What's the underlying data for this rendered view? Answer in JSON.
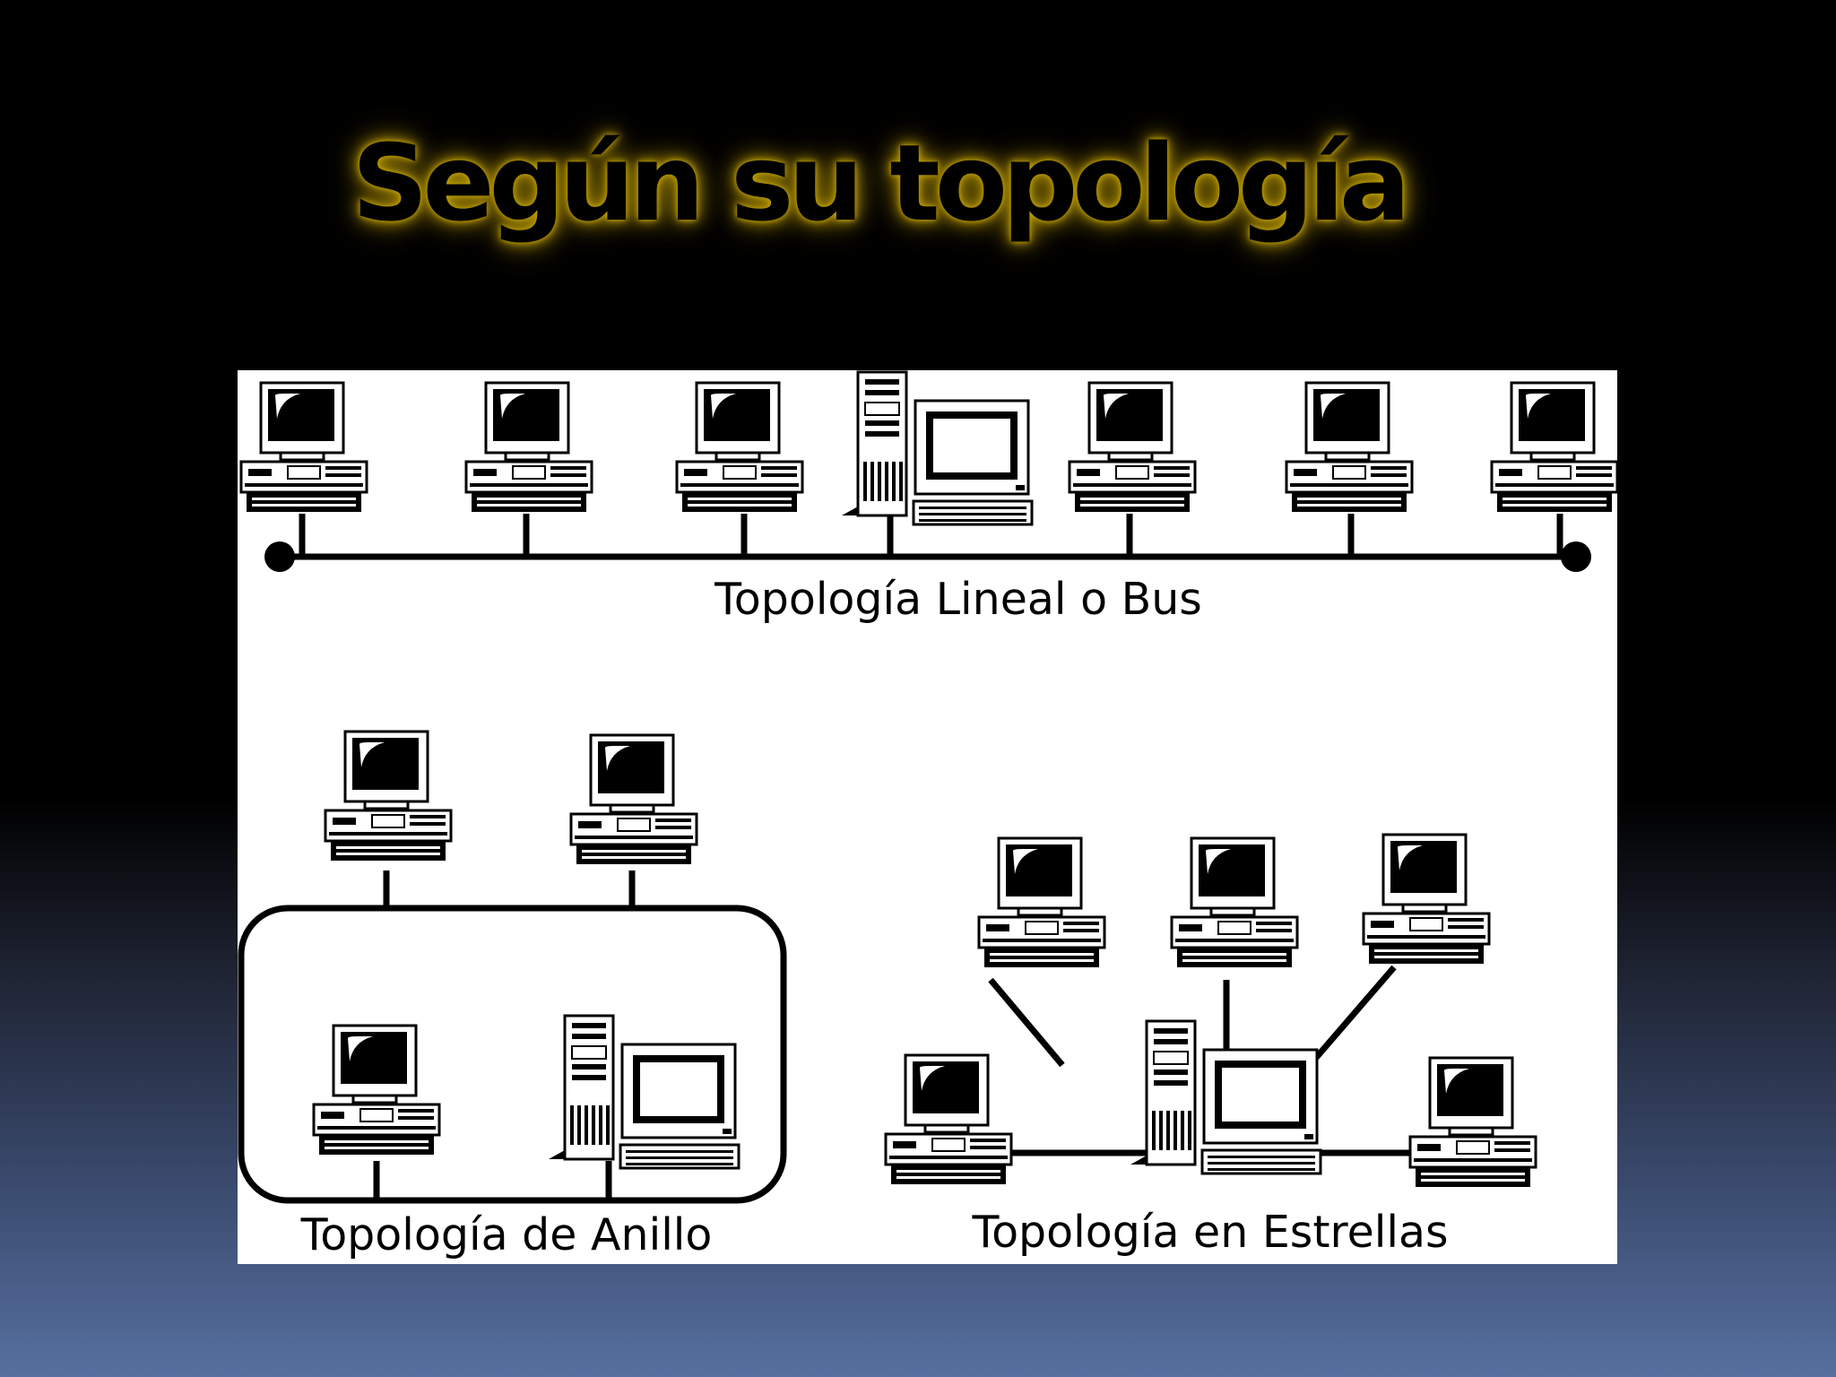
{
  "slide": {
    "title": "Según su topología"
  },
  "diagram": {
    "bus": {
      "caption": "Topología Lineal o Bus",
      "workstation_icon": "desktop-computer-icon",
      "server_icon": "server-tower-icon",
      "terminator_icon": "bus-terminator-icon",
      "workstations": 6,
      "servers": 1
    },
    "ring": {
      "caption": "Topología de Anillo",
      "workstation_icon": "desktop-computer-icon",
      "server_icon": "server-tower-icon",
      "workstations": 3,
      "servers": 1
    },
    "star": {
      "caption": "Topología en Estrellas",
      "workstation_icon": "desktop-computer-icon",
      "hub_icon": "server-tower-icon",
      "workstations": 5,
      "hubs": 1
    }
  }
}
